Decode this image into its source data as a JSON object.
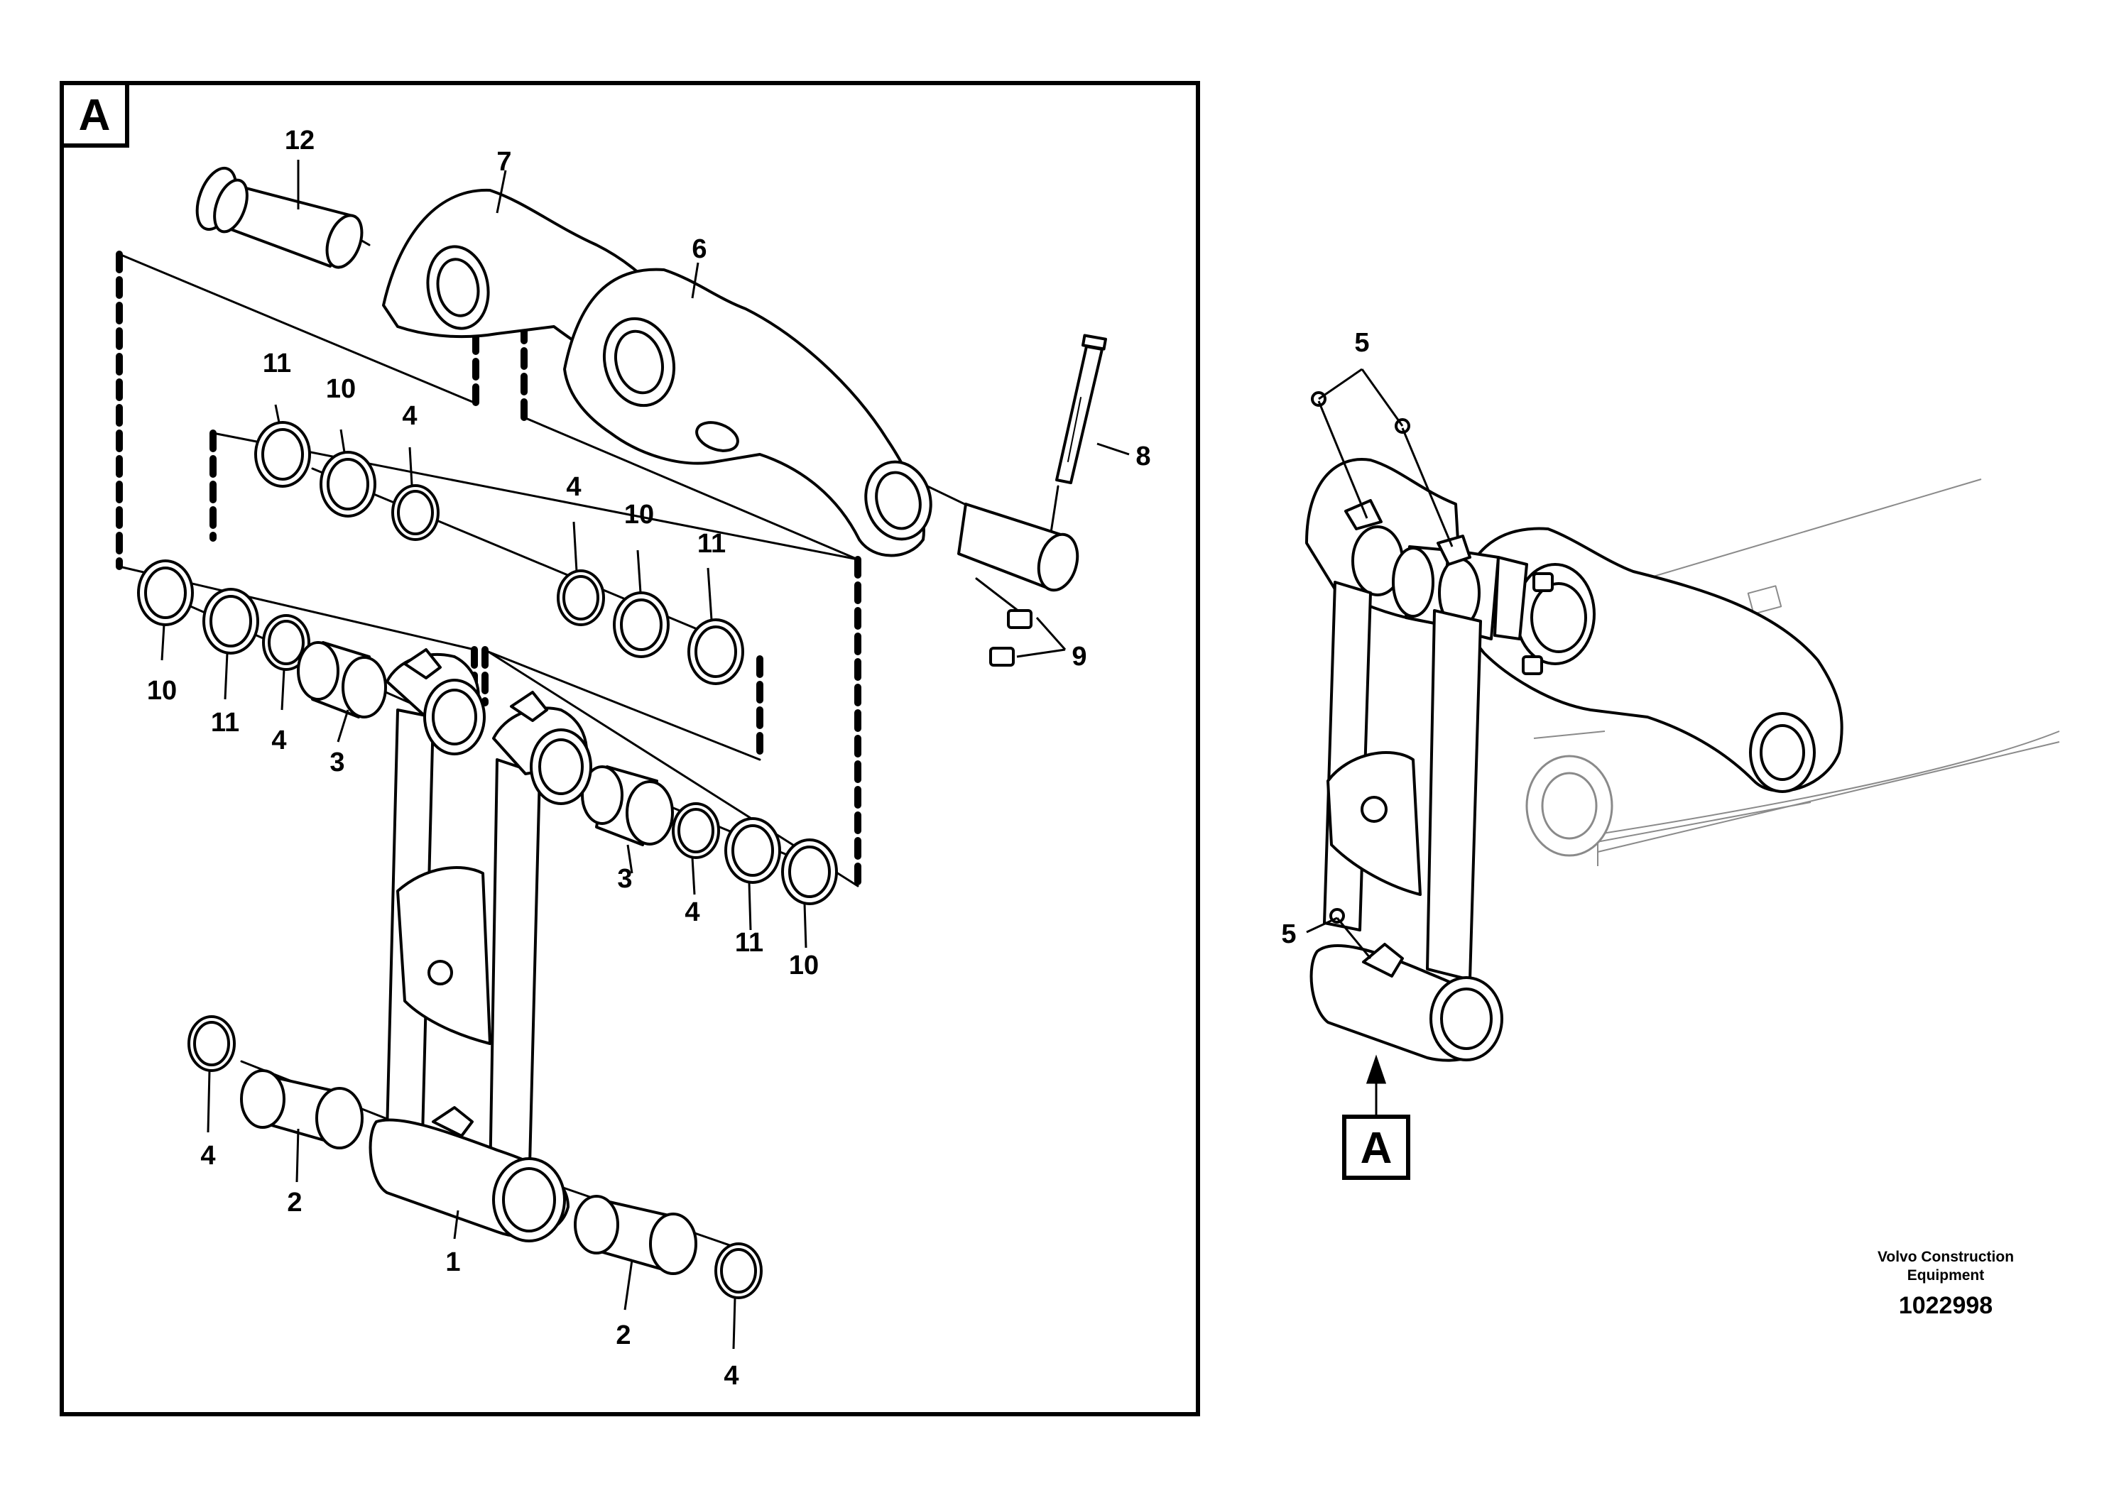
{
  "detail_marker": "A",
  "view_marker": "A",
  "callouts": {
    "c1": "1",
    "c2a": "2",
    "c2b": "2",
    "c3a": "3",
    "c3b": "3",
    "c4a": "4",
    "c4b": "4",
    "c4c": "4",
    "c4d": "4",
    "c4e": "4",
    "c4f": "4",
    "c5a": "5",
    "c5b": "5",
    "c6": "6",
    "c7": "7",
    "c8": "8",
    "c9": "9",
    "c10a": "10",
    "c10b": "10",
    "c10c": "10",
    "c10d": "10",
    "c11a": "11",
    "c11b": "11",
    "c11c": "11",
    "c11d": "11",
    "c12": "12"
  },
  "brand": {
    "line1": "Volvo Construction",
    "line2": "Equipment",
    "doc_number": "1022998"
  }
}
